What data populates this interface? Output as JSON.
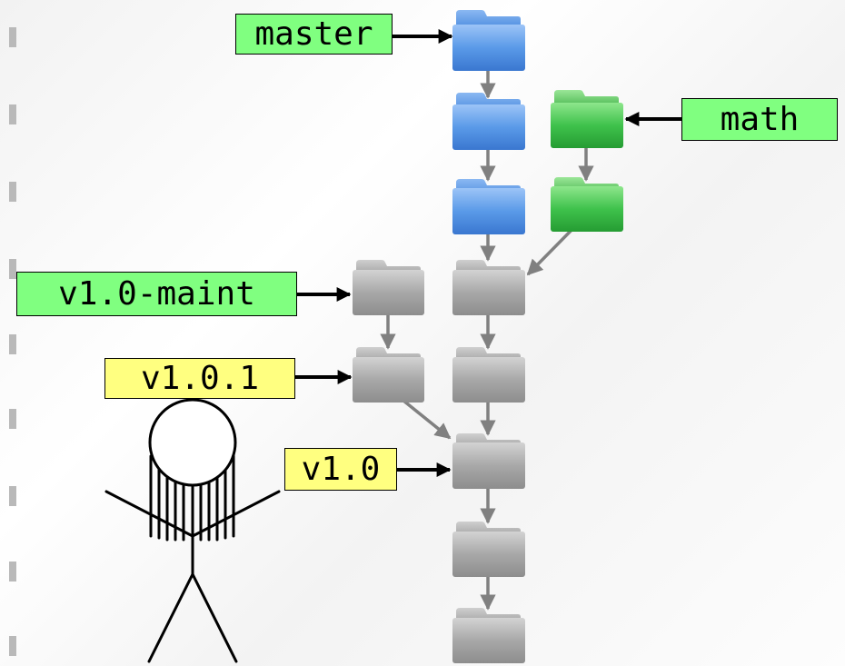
{
  "colors": {
    "branch_label_bg": "#80ff80",
    "tag_label_bg": "#ffff80",
    "commit_blue": "#5a9ae8",
    "commit_green": "#3fc24c",
    "commit_gray": "#a8a8a8",
    "commit_arrow": "#808080",
    "pointer_arrow": "#000000"
  },
  "refs": {
    "master": "master",
    "math": "math",
    "v1_0_maint": "v1.0-maint",
    "v1_0_1": "v1.0.1",
    "v1_0": "v1.0"
  },
  "icons": {
    "commit": "folder-icon",
    "user": "stick-figure-icon"
  }
}
